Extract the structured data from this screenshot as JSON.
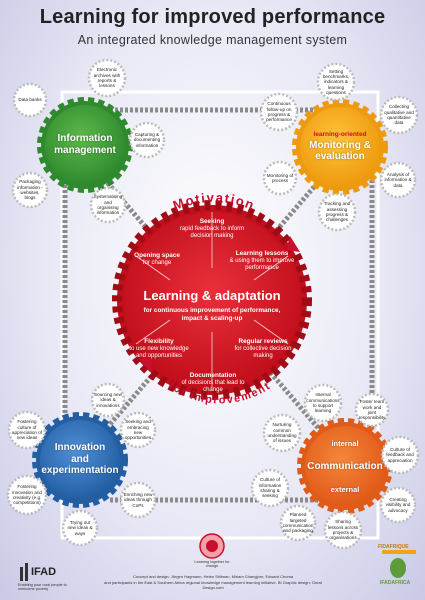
{
  "title": "Learning for improved performance",
  "subtitle": "An integrated knowledge management system",
  "center": {
    "title": "Learning & adaptation",
    "subtitle_line1": "for continuous improvement of performance,",
    "subtitle_line2": "impact & scaling-up",
    "petals": [
      {
        "bold": "Seeking",
        "rest": "rapid feedback to inform decision making"
      },
      {
        "bold": "Learning lessons",
        "rest": "& using them to improve performance"
      },
      {
        "bold": "Regular reviews",
        "rest": "for collective decision making"
      },
      {
        "bold": "Documentation",
        "rest": "of decisions that lead to change"
      },
      {
        "bold": "Flexibility",
        "rest": "to use new knowledge and opportunities"
      },
      {
        "bold": "Opening space",
        "rest": "for change"
      }
    ]
  },
  "arc_top": "Motivation",
  "arc_bottom": "for improvement",
  "gears": {
    "information": {
      "line1": "Information",
      "line2": "management",
      "color": "#3a9a3a"
    },
    "monitoring": {
      "line0": "learning-oriented",
      "line1": "Monitoring &",
      "line2": "evaluation",
      "color": "#f2a413"
    },
    "innovation": {
      "line1": "Innovation",
      "line2": "and",
      "line3": "experimentation",
      "color": "#2f6fb7"
    },
    "communication": {
      "line1": "internal",
      "line2": "Communication",
      "line3": "external",
      "color": "#e8641e"
    }
  },
  "bubbles": {
    "info": [
      "Data banks",
      "Electronic archives with reports & lessons",
      "Capturing & documenting information",
      "Systematising and organising information",
      "Packaging information - websites, blogs"
    ],
    "me": [
      "Setting benchmarks, indicators & learning questions",
      "Continuous follow-up on progress & performance",
      "Collecting qualitative and quantitative data",
      "Monitoring of process",
      "Analysis of information & data",
      "Tracking and assessing progress & challenges"
    ],
    "innov": [
      "Sourcing new ideas & innovations",
      "Fostering culture of appreciation of new ideas",
      "Seeking and embracing new opportunities",
      "Enriching new ideas through CoPs",
      "Fostering innovation and creativity (e.g. competitions)",
      "Trying out new ideas & ways"
    ],
    "comm": [
      "Internal communications to support learning",
      "Nurturing common understanding of issues",
      "Foster team work and joint responsibility",
      "Culture of feedback and appreciation",
      "Culture of information sharing & seeking",
      "Creating visibility and advocacy",
      "Planned targeted communication and packaging",
      "Sharing lessons across projects & organisations"
    ]
  },
  "footer": {
    "ifad": "IFAD",
    "ifad_tag": "Enabling poor rural people to overcome poverty",
    "center_tag": "Learning together for change",
    "credits1": "Concept and design: Jürgen Hagmann, Helen Stillman, Miriam Changjoro, Edward Chuma",
    "credits2": "and participants in the East & Southern Africa regional knowledge management learning initiative. BI Graphic design: Great Design.com",
    "afrique": "FIDAFRIQUE",
    "africa": "IFADAFRICA"
  }
}
